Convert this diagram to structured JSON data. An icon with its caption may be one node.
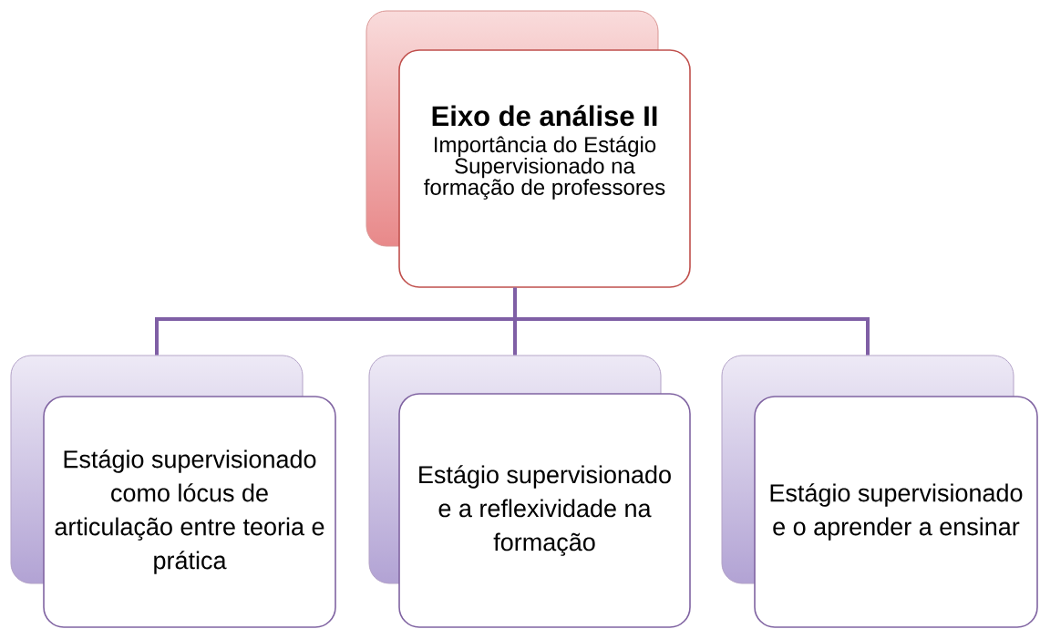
{
  "diagram": {
    "nodes": [
      {
        "text": [
          "Eixo de análise II",
          "Importância do Estágio Supervisionado na formação de professores"
        ]
      },
      {
        "text": [
          "Estágio supervisionado como lócus de articulação entre teoria e prática"
        ]
      },
      {
        "text": [
          "Estágio supervisionado e a reflexividade na formação"
        ]
      },
      {
        "text": [
          "Estágio supervisionado e o aprender a ensinar"
        ]
      }
    ],
    "edges": [
      {
        "from": 0,
        "to": 1,
        "arrow": "none"
      },
      {
        "from": 0,
        "to": 2,
        "arrow": "none"
      },
      {
        "from": 0,
        "to": 3,
        "arrow": "none"
      }
    ]
  }
}
